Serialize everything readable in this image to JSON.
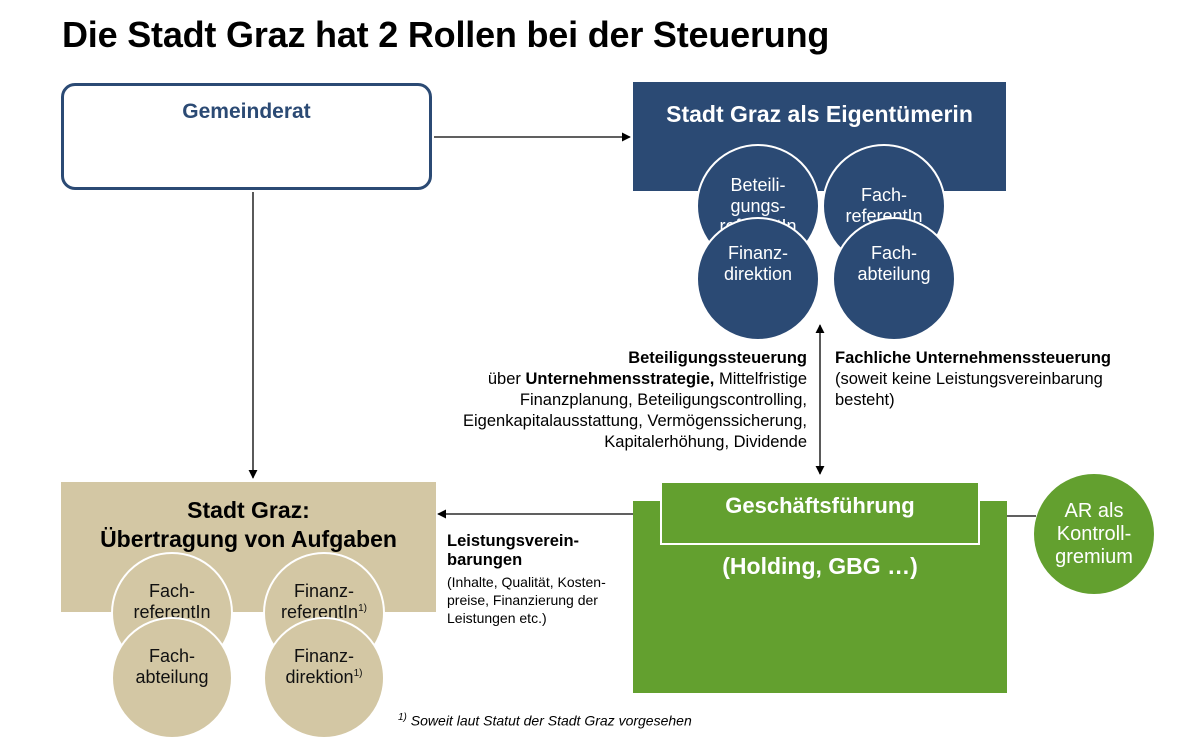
{
  "title": "Die Stadt Graz hat 2 Rollen bei der Steuerung",
  "colors": {
    "navy": "#2b4a74",
    "tan": "#d3c7a4",
    "green": "#63a02f"
  },
  "gemeinderat": {
    "label": "Gemeinderat"
  },
  "owner": {
    "label": "Stadt Graz als Eigentümerin",
    "circles": [
      "Beteili-\ngungs-\nreferentIn",
      "Fach-\nreferentIn",
      "Finanz-\ndirektion",
      "Fach-\nabteilung"
    ]
  },
  "city": {
    "label": "Stadt Graz:\nÜbertragung von Aufgaben",
    "circles": [
      "Fach-\nreferentIn",
      "Finanz-\nreferentIn",
      "Fach-\nabteilung",
      "Finanz-\ndirektion"
    ],
    "footnote_mark": "1)"
  },
  "management": {
    "label": "Geschäftsführung",
    "sub": "(Holding, GBG …)"
  },
  "supervisory": {
    "label": "AR als\nKontroll-\ngremium"
  },
  "beteiligung": {
    "heading": "Beteiligungssteuerung",
    "prefix": "über",
    "strategy": "Unternehmensstrategie,",
    "l1_rest": " Mittelfristige",
    "l2": "Finanzplanung, Beteiligungscontrolling,",
    "l3": "Eigenkapitalausstattung, Vermögenssicherung,",
    "l4": "Kapitalerhöhung, Dividende"
  },
  "fachlich": {
    "heading": "Fachliche Unternehmenssteuerung",
    "l1": "(soweit keine Leistungsvereinbarung",
    "l2": "besteht)"
  },
  "leistung": {
    "heading_l1": "Leistungsverein-",
    "heading_l2": "barungen",
    "d1": "(Inhalte, Qualität, Kosten-",
    "d2": "preise, Finanzierung der",
    "d3": "Leistungen etc.)"
  },
  "footnote": {
    "mark": "1)",
    "text": " Soweit laut Statut der Stadt Graz vorgesehen"
  }
}
